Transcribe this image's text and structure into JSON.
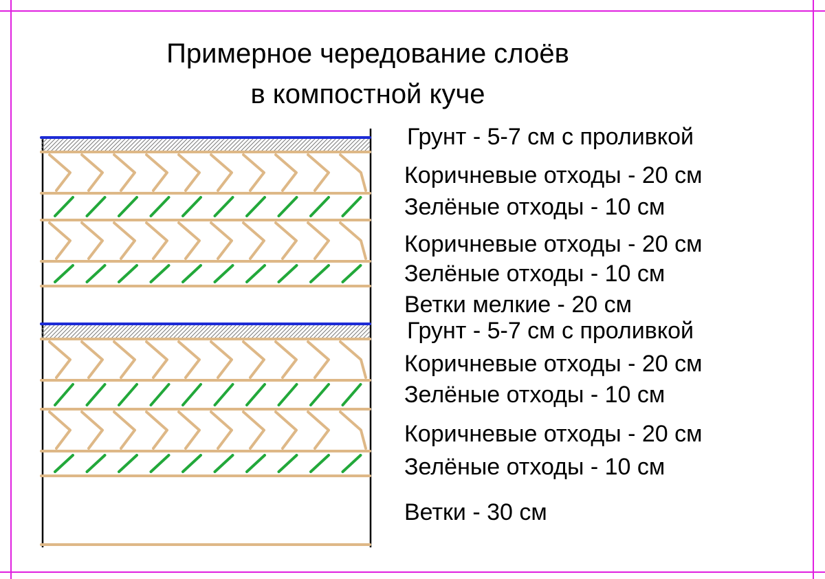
{
  "title": {
    "line1": "Примерное чередование слоёв",
    "line2": "в компостной куче"
  },
  "colors": {
    "frame": "#e020e0",
    "wall": "#000000",
    "brown": "#deb887",
    "green": "#22a83a",
    "soil_line": "#1c2bd6",
    "soil_hatch": "#7a7a7a"
  },
  "layers": [
    {
      "label": "Грунт - 5-7 см с проливкой",
      "material": "soil"
    },
    {
      "label": "Коричневые отходы - 20 см",
      "material": "brown"
    },
    {
      "label": "Зелёные отходы - 10 см",
      "material": "green"
    },
    {
      "label": "Коричневые отходы - 20 см",
      "material": "brown"
    },
    {
      "label": "Зелёные отходы - 10 см",
      "material": "green"
    },
    {
      "label": "Ветки мелкие - 20 см",
      "material": "branches"
    },
    {
      "label": "Грунт - 5-7 см с проливкой",
      "material": "soil"
    },
    {
      "label": "Коричневые отходы - 20 см",
      "material": "brown"
    },
    {
      "label": "Зелёные отходы - 10 см",
      "material": "green"
    },
    {
      "label": "Коричневые отходы - 20 см",
      "material": "brown"
    },
    {
      "label": "Зелёные отходы - 10 см",
      "material": "green"
    },
    {
      "label": "Ветки - 30 см",
      "material": "branches"
    }
  ]
}
